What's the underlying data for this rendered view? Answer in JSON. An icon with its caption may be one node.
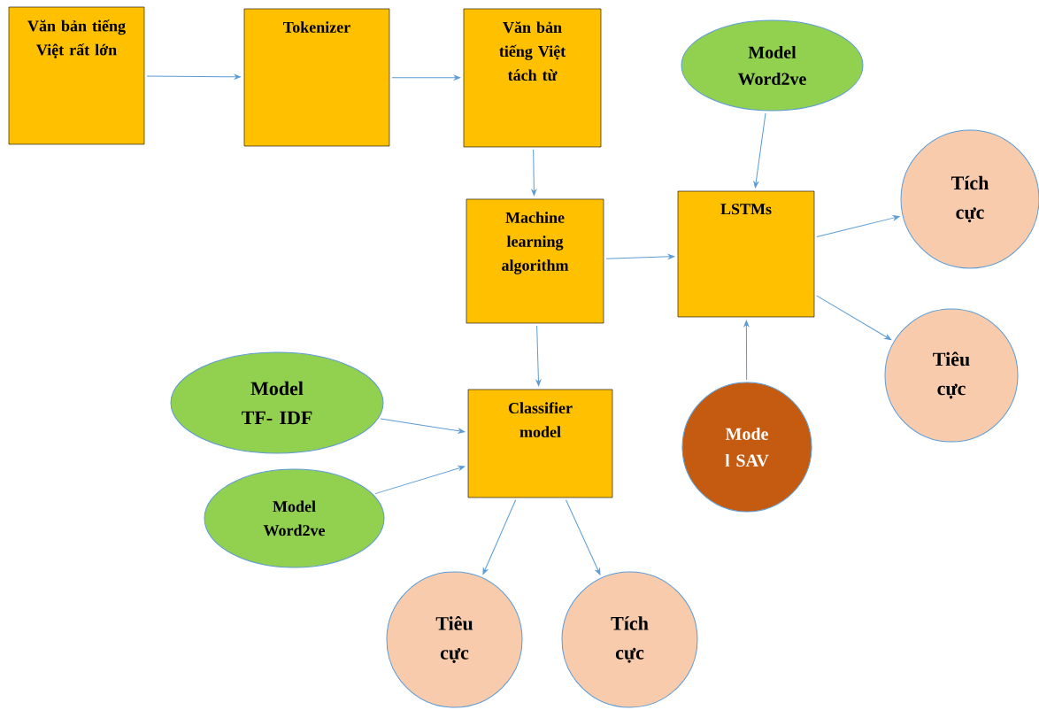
{
  "diagram": {
    "nodes": [
      {
        "text": [
          "Văn bản tiếng Việt rất lớn"
        ]
      },
      {
        "text": [
          "Tokenizer"
        ]
      },
      {
        "text": [
          "Văn bản tiếng Việt tách từ"
        ]
      },
      {
        "text": [
          "Model Word2ve"
        ]
      },
      {
        "text": [
          "Tích cực"
        ]
      },
      {
        "text": [
          "Machine learning algorithm"
        ]
      },
      {
        "text": [
          "LSTMs"
        ]
      },
      {
        "text": [
          "Tiêu cực"
        ]
      },
      {
        "text": [
          "Model TF- IDF"
        ]
      },
      {
        "text": [
          "Classifier model"
        ]
      },
      {
        "text": [
          "Mode l SAV"
        ]
      },
      {
        "text": [
          "Model Word2ve"
        ]
      },
      {
        "text": [
          "Tiêu cực"
        ]
      },
      {
        "text": [
          "Tích cực"
        ]
      }
    ],
    "edges": [
      {
        "from": 0,
        "to": 1,
        "arrow": "to"
      },
      {
        "from": 1,
        "to": 2,
        "arrow": "to"
      },
      {
        "from": 2,
        "to": 5,
        "arrow": "to"
      },
      {
        "from": 5,
        "to": 6,
        "arrow": "to"
      },
      {
        "from": 3,
        "to": 6,
        "arrow": "to"
      },
      {
        "from": 10,
        "to": 6,
        "arrow": "to"
      },
      {
        "from": 6,
        "to": 4,
        "arrow": "to"
      },
      {
        "from": 6,
        "to": 7,
        "arrow": "to"
      },
      {
        "from": 5,
        "to": 9,
        "arrow": "to"
      },
      {
        "from": 8,
        "to": 9,
        "arrow": "to"
      },
      {
        "from": 11,
        "to": 9,
        "arrow": "to"
      },
      {
        "from": 9,
        "to": 12,
        "arrow": "to"
      },
      {
        "from": 9,
        "to": 13,
        "arrow": "to"
      }
    ]
  }
}
